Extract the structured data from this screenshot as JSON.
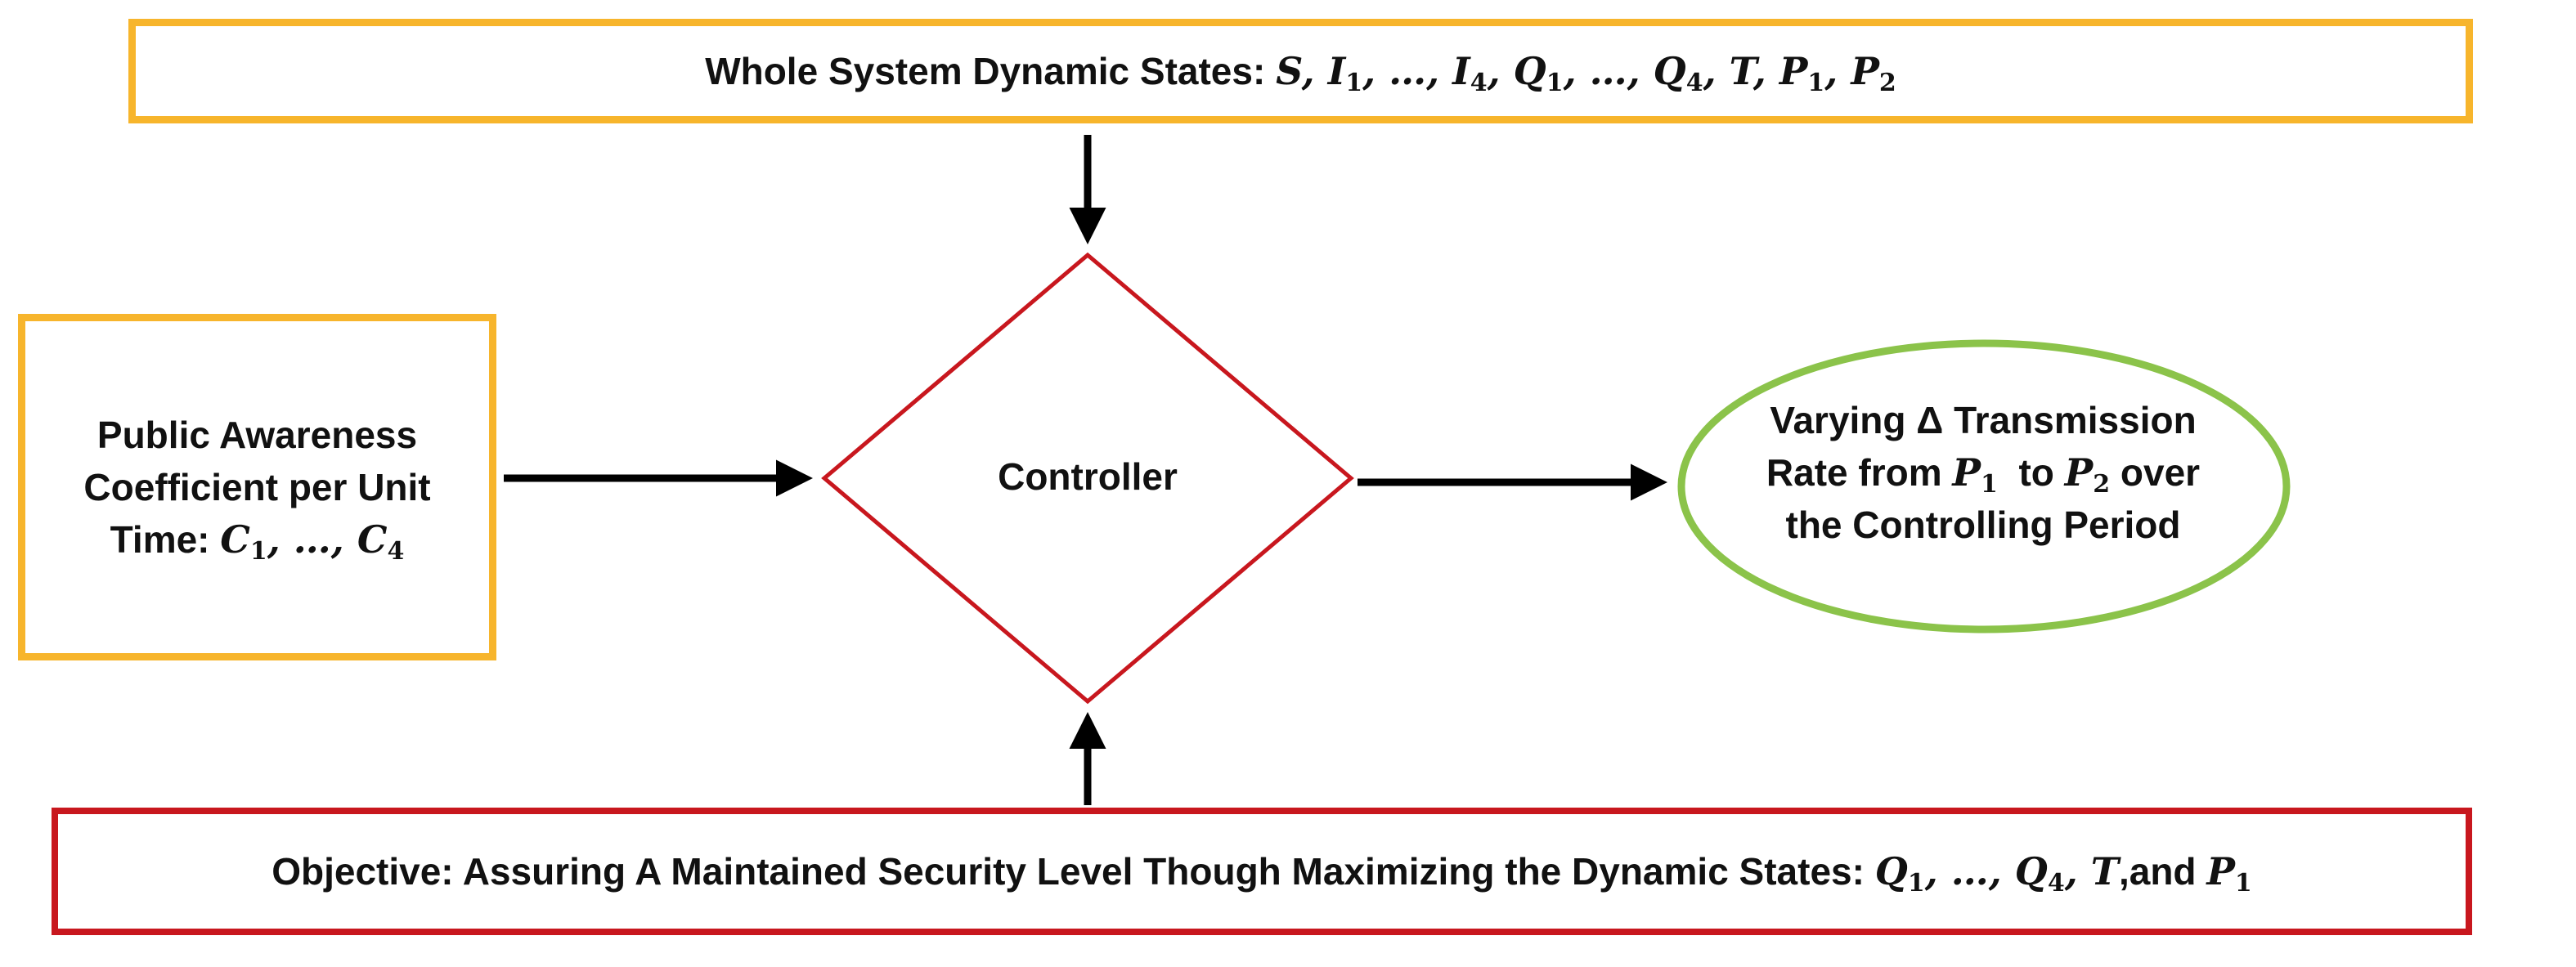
{
  "diagram": {
    "top": {
      "label": "Whole System Dynamic States:",
      "math": {
        "s": "S",
        "i1": "I",
        "i1_sub": "1",
        "sep1": ", …, ",
        "i4": "I",
        "i4_sub": "4",
        "q1": "Q",
        "q1_sub": "1",
        "sep2": ", …, ",
        "q4": "Q",
        "q4_sub": "4",
        "t": "T",
        "p1": "P",
        "p1_sub": "1",
        "p2": "P",
        "p2_sub": "2"
      }
    },
    "left": {
      "line1": "Public Awareness",
      "line2": "Coefficient per Unit",
      "line3_prefix": "Time:",
      "c1": "C",
      "c1_sub": "1",
      "sep": ", …, ",
      "c4": "C",
      "c4_sub": "4"
    },
    "controller": {
      "label": "Controller"
    },
    "output": {
      "line1": "Varying Δ Transmission",
      "line2_prefix": "Rate from",
      "p1": "P",
      "p1_sub": "1",
      "line2_mid": "to",
      "p2": "P",
      "p2_sub": "2",
      "line2_suffix": "over",
      "line3": "the Controlling Period"
    },
    "bottom": {
      "label": "Objective: Assuring A Maintained Security Level Though Maximizing the Dynamic States:",
      "q1": "Q",
      "q1_sub": "1",
      "sep": ", …, ",
      "q4": "Q",
      "q4_sub": "4",
      "t": "T",
      "and": ",and",
      "p1": "P",
      "p1_sub": "1"
    },
    "colors": {
      "input_border": "#f7b52c",
      "controller_border": "#c8171e",
      "objective_border": "#c8171e",
      "output_border": "#8bc34a",
      "arrow": "#000000"
    }
  }
}
